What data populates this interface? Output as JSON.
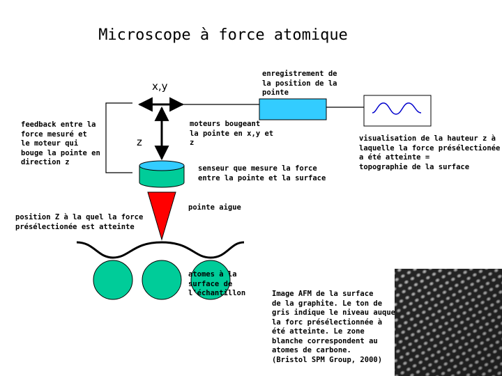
{
  "title": "Microscope à force atomique",
  "labels": {
    "xy": "x,y",
    "z": "z",
    "enregistrement": "enregistrement de\nla position de la\npointe",
    "feedback": "feedback entre la\nforce mesuré et\nle moteur qui\nbouge la pointe en\ndirection z",
    "moteurs": "moteurs bougeant\nla pointe en x,y et\nz",
    "senseur": "senseur que mesure la force\nentre la pointe et la surface",
    "visualisation": "visualisation de la hauteur z à\nlaquelle la force présélectionée\na été atteinte  =\ntopographie de la surface",
    "pointe": "pointe aigue",
    "position_z": "position Z à la quel la force\nprésélectionée est atteinte",
    "atomes": "atomes à la\nsurface de\nl'échantillon",
    "image_afm": "Image AFM de la surface\nde la graphite. Le ton de\ngris indique le niveau auquel\nla forc présélectionnée à\nété atteinte. Le zone\nblanche correspondent au\natomes de carbone.\n (Bristol SPM Group, 2000)"
  },
  "colors": {
    "cyan": "#33ccff",
    "teal": "#00cc99",
    "red": "#ff0000",
    "blue_wave": "#0000cc"
  }
}
